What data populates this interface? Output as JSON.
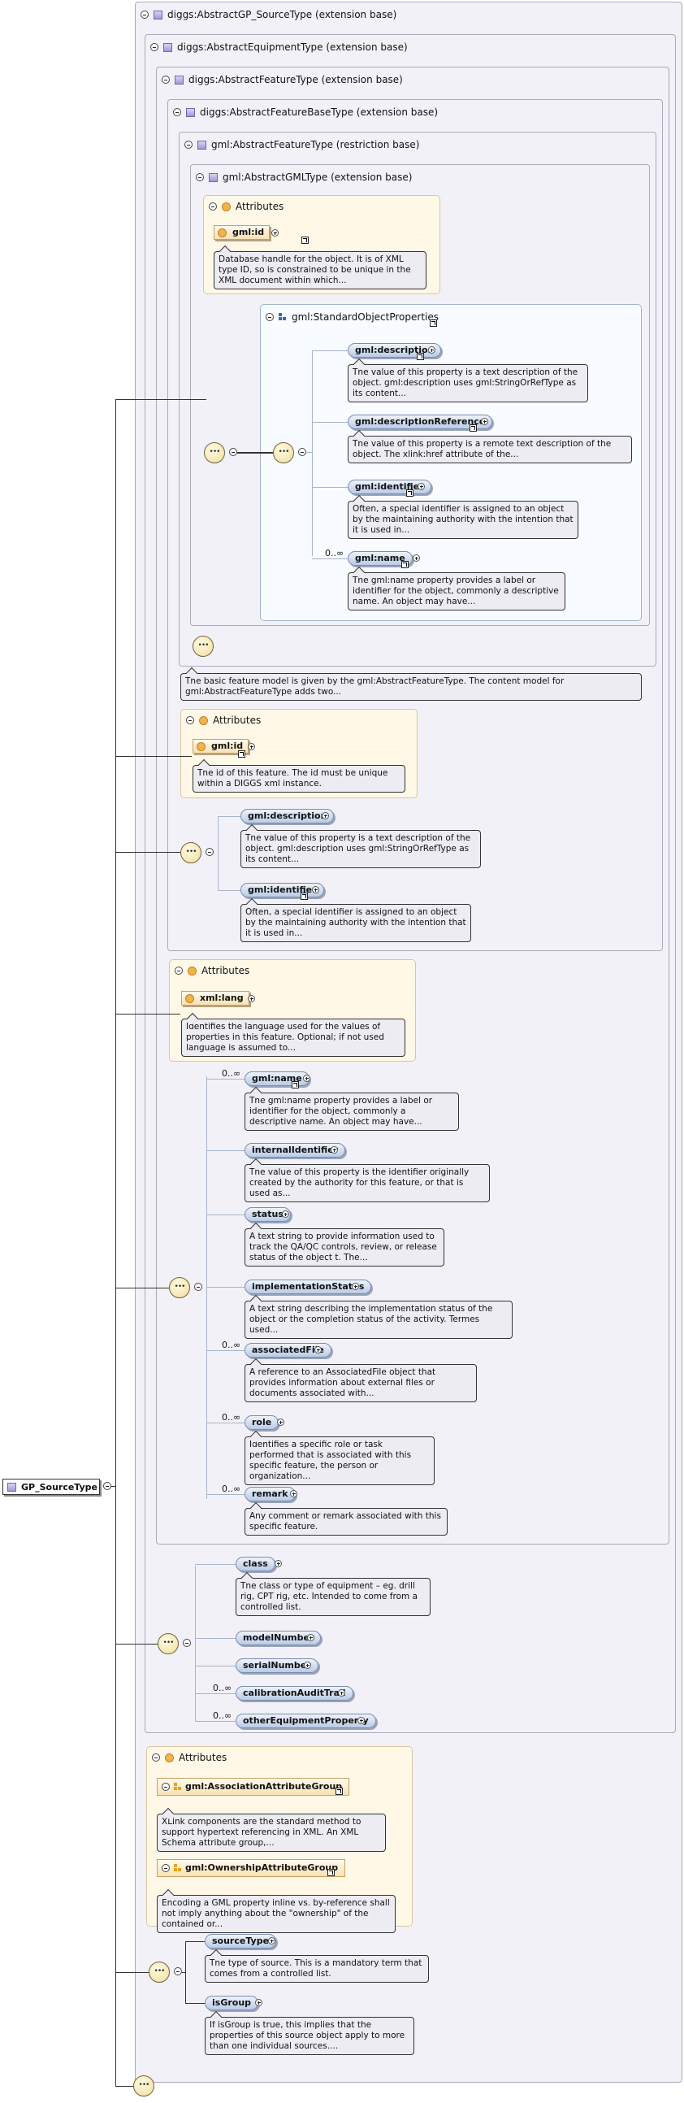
{
  "levels": {
    "l1": {
      "label": "diggs:AbstractGP_SourceType (extension base)"
    },
    "l2": {
      "label": "diggs:AbstractEquipmentType (extension base)"
    },
    "l3": {
      "label": "diggs:AbstractFeatureType (extension base)"
    },
    "l4": {
      "label": "diggs:AbstractFeatureBaseType (extension base)"
    },
    "l5": {
      "label": "gml:AbstractFeatureType (restriction base)"
    },
    "l6": {
      "label": "gml:AbstractGMLType (extension base)"
    }
  },
  "gml_attrs": {
    "title": "Attributes",
    "id_label": "gml:id",
    "id_doc": "Database handle for the object. It is of XML type ID, so is constrained to be unique in the XML document within which..."
  },
  "standard_props": {
    "title": "gml:StandardObjectProperties",
    "items": [
      {
        "label": "gml:description",
        "doc": "The value of this property is a text description of the object. gml:description uses gml:StringOrRefType as its content...",
        "occurs": ""
      },
      {
        "label": "gml:descriptionReference",
        "doc": "The value of this property is a remote text description of the object. The xlink:href attribute of the...",
        "occurs": ""
      },
      {
        "label": "gml:identifier",
        "doc": "Often, a special identifier is assigned to an object by the maintaining authority with the intention that it is used in...",
        "occurs": ""
      },
      {
        "label": "gml:name",
        "doc": "The gml:name property provides a label or identifier for the object, commonly a descriptive name. An object may have...",
        "occurs": "0..∞"
      }
    ]
  },
  "feature_doc": "The basic feature model is given by the gml:AbstractFeatureType. The content model for gml:AbstractFeatureType adds two...",
  "feature_attrs": {
    "title": "Attributes",
    "id_label": "gml:id",
    "id_doc": "The id of this feature. The id must be unique within a DIGGS xml instance."
  },
  "feature_elems": [
    {
      "label": "gml:description",
      "doc": "The value of this property is a text description of the object. gml:description uses gml:StringOrRefType as its content..."
    },
    {
      "label": "gml:identifier",
      "doc": "Often, a special identifier is assigned to an object by the maintaining authority with the intention that it is used in..."
    }
  ],
  "diggs_attrs": {
    "title": "Attributes",
    "lang_label": "xml:lang",
    "lang_doc": "Identifies the language used for the values of properties in this feature. Optional; if not used language is assumed to..."
  },
  "diggs_elems": [
    {
      "label": "gml:name",
      "occurs": "0..∞",
      "doc": "The gml:name property provides a label or identifier for the object, commonly a descriptive name. An object may have..."
    },
    {
      "label": "internalIdentifier",
      "occurs": "",
      "doc": "The value of this property is the identifier originally created by the authority for this feature, or that is used as..."
    },
    {
      "label": "status",
      "occurs": "",
      "doc": "A text string to provide information used to track the QA/QC controls, review, or release status of the object t. The..."
    },
    {
      "label": "implementationStatus",
      "occurs": "",
      "doc": "A text string describing the implementation status of the object or the completion status of the activity. Termes used..."
    },
    {
      "label": "associatedFile",
      "occurs": "0..∞",
      "doc": "A reference to an AssociatedFile object that provides information about external files or documents associated with..."
    },
    {
      "label": "role",
      "occurs": "0..∞",
      "doc": "Identifies a specific role or task performed that is associated with this specific feature, the person or organization..."
    },
    {
      "label": "remark",
      "occurs": "0..∞",
      "doc": "Any comment or remark associated with this specific feature."
    }
  ],
  "equipment_elems": [
    {
      "label": "class",
      "occurs": "",
      "doc": "The class or type of equipment – eg. drill rig, CPT rig, etc. Intended to come from a controlled list."
    },
    {
      "label": "modelNumber",
      "occurs": "",
      "doc": ""
    },
    {
      "label": "serialNumber",
      "occurs": "",
      "doc": ""
    },
    {
      "label": "calibrationAuditTrail",
      "occurs": "0..∞",
      "doc": ""
    },
    {
      "label": "otherEquipmentProperty",
      "occurs": "0..∞",
      "doc": ""
    }
  ],
  "source_attrs": {
    "title": "Attributes",
    "group1_label": "gml:AssociationAttributeGroup",
    "group1_doc": "XLink components are the standard method to support hypertext referencing in XML. An XML Schema attribute group,...",
    "group2_label": "gml:OwnershipAttributeGroup",
    "group2_doc": "Encoding a GML property inline vs. by-reference shall not imply anything about the \"ownership\" of the contained or..."
  },
  "source_elems": [
    {
      "label": "sourceType",
      "doc": "The type of source. This is a mandatory term that comes from a controlled list."
    },
    {
      "label": "isGroup",
      "doc": "If isGroup is true, this implies that the properties of this source object apply to more than one individual sources...."
    }
  ],
  "root": {
    "label": "GP_SourceType"
  },
  "icons": {
    "sequence": "sequence-compositor",
    "attribute": "at-sign",
    "type": "complex-type-box",
    "group": "attribute-group",
    "link": "reference-arrow",
    "expand": "plus",
    "collapse": "minus"
  }
}
